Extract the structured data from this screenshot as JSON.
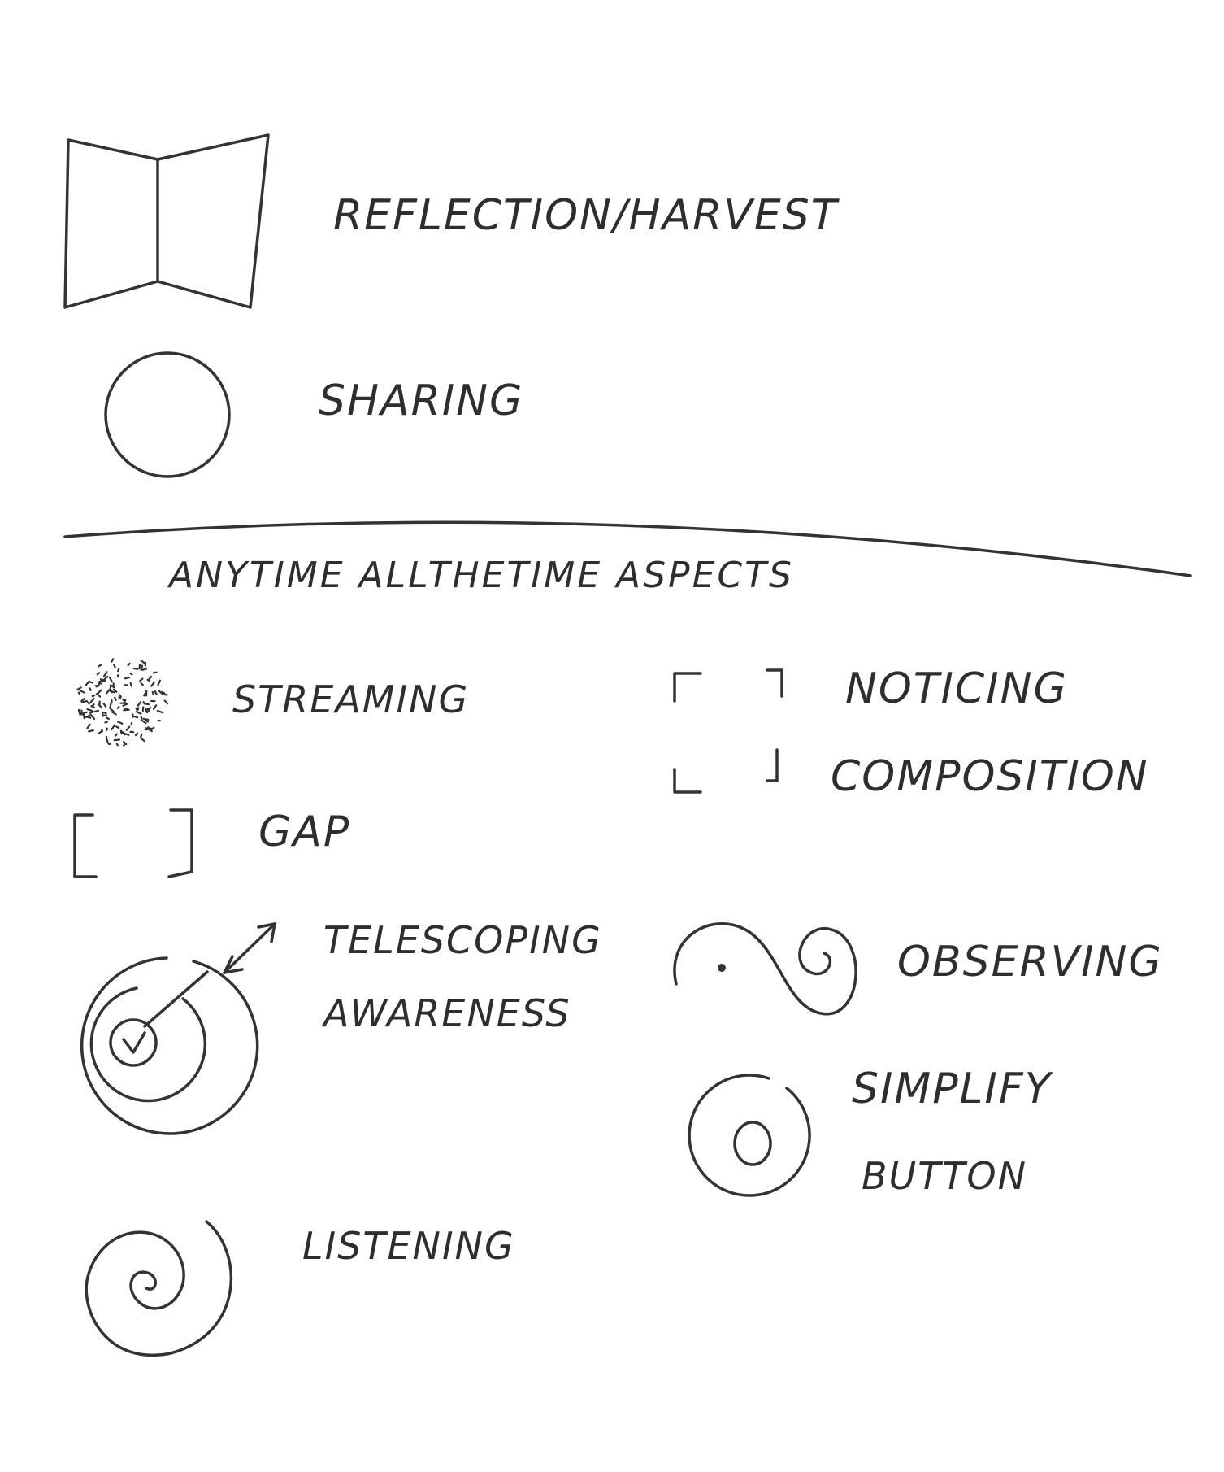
{
  "top_section": {
    "items": [
      {
        "icon": "open-book-icon",
        "label": "REFLECTION/HARVEST"
      },
      {
        "icon": "circle-icon",
        "label": "SHARING"
      }
    ]
  },
  "divider_heading": "ANYTIME ALLTHETIME ASPECTS",
  "aspects": {
    "streaming": {
      "icon": "dot-cloud-icon",
      "label": "STREAMING"
    },
    "gap": {
      "icon": "square-brackets-icon",
      "label": "GAP"
    },
    "telescoping": {
      "icon": "target-arrow-icon",
      "label_line1": "TELESCOPING",
      "label_line2": "AWARENESS"
    },
    "listening": {
      "icon": "spiral-icon",
      "label": "LISTENING"
    },
    "noticing": {
      "icon": "corner-brackets-top-icon",
      "label": "NOTICING"
    },
    "composition": {
      "icon": "corner-brackets-bottom-icon",
      "label": "COMPOSITION"
    },
    "observing": {
      "icon": "wave-spiral-icon",
      "label": "OBSERVING"
    },
    "simplify": {
      "icon": "concentric-button-icon",
      "label_line1": "SIMPLIFY",
      "label_line2": "BUTTON"
    }
  }
}
